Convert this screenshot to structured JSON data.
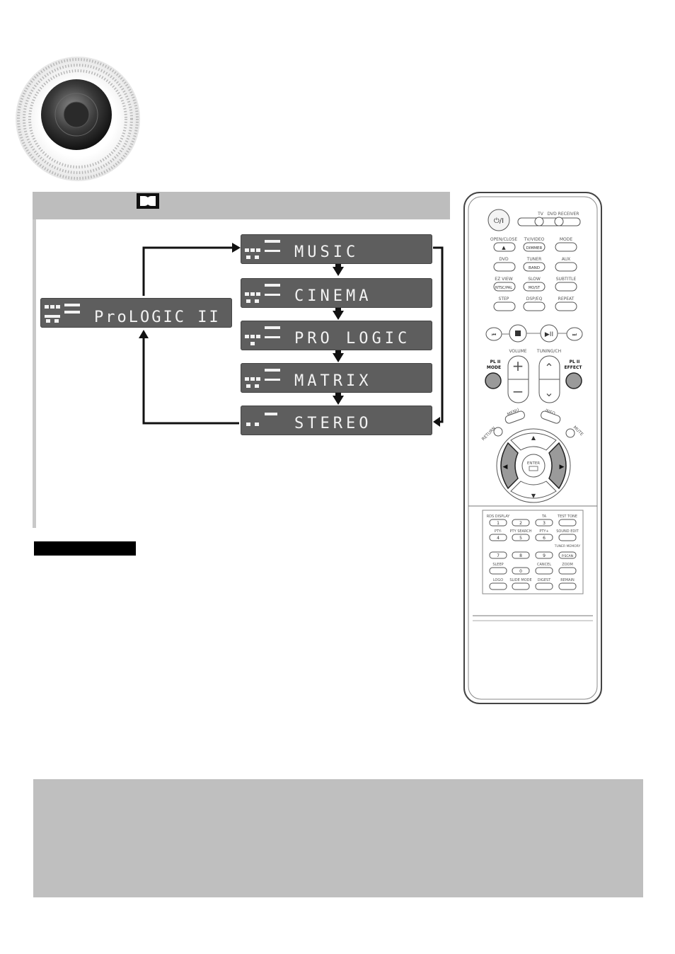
{
  "flow": {
    "start_display": "ProLOGIC II",
    "modes": [
      "MUSIC",
      "CINEMA",
      "PRO LOGIC",
      "MATRIX",
      "STEREO"
    ]
  },
  "remote": {
    "top_labels": [
      "TV",
      "DVD RECEIVER"
    ],
    "rows": [
      [
        "OPEN/CLOSE",
        "TV/VIDEO",
        "MODE"
      ],
      [
        "DVD",
        "TUNER",
        "AUX"
      ],
      [
        "EZ VIEW",
        "SLOW",
        "SUBTITLE"
      ],
      [
        "STEP",
        "DSP/EQ",
        "REPEAT"
      ]
    ],
    "inner_labels": [
      "DIMMER",
      "BAND",
      "NTSC/PAL",
      "MO/ST"
    ],
    "volume_label": "VOLUME",
    "tuning_label": "TUNING/CH",
    "pl2_mode": [
      "PL II",
      "MODE"
    ],
    "pl2_effect": [
      "PL II",
      "EFFECT"
    ],
    "menu_label": "MENU",
    "info_label": "INFO",
    "return_label": "RETURN",
    "mute_label": "MUTE",
    "enter_label": "ENTER",
    "numpad": [
      [
        "RDS DISPLAY",
        "",
        "TA",
        "TEST TONE"
      ],
      [
        "PTY-",
        "PTY SEARCH",
        "PTY+",
        "SOUND EDIT"
      ],
      [
        "",
        "",
        "",
        "TUNER MEMORY"
      ],
      [
        "SLEEP",
        "",
        "CANCEL",
        "ZOOM"
      ],
      [
        "LOGO",
        "SLIDE MODE",
        "DIGEST",
        "REMAIN"
      ]
    ],
    "numbers": [
      "1",
      "2",
      "3",
      "4",
      "5",
      "6",
      "7",
      "8",
      "9",
      "0"
    ],
    "psca_label": "P.SCAN"
  }
}
